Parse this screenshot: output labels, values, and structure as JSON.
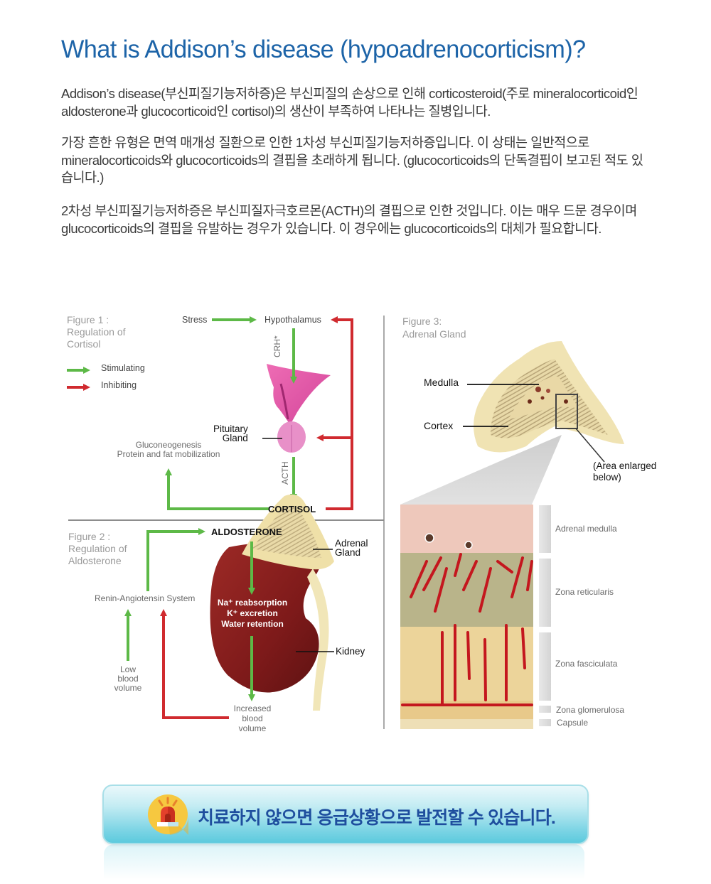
{
  "title": "What is Addison’s disease (hypoadrenocorticism)?",
  "paragraphs": [
    "Addison’s disease(부신피질기능저하증)은 부신피질의 손상으로 인해 corticosteroid(주로 mineralocorticoid인 aldosterone과 glucocorticoid인 cortisol)의 생산이 부족하여 나타나는 질병입니다.",
    "가장 흔한 유형은 면역 매개성 질환으로 인한 1차성 부신피질기능저하증입니다. 이 상태는 일반적으로 mineralocorticoids와 glucocorticoids의 결핍을 초래하게 됩니다. (glucocorticoids의 단독결핍이 보고된 적도 있습니다.)",
    "2차성 부신피질기능저하증은 부신피질자극호르몬(ACTH)의 결핍으로 인한 것입니다. 이는 매우 드문 경우이며 glucocorticoids의 결핍을 유발하는 경우가 있습니다. 이 경우에는 glucocorticoids의 대체가 필요합니다."
  ],
  "figure1": {
    "title_line1": "Figure 1 :",
    "title_line2": "Regulation of",
    "title_line3": "Cortisol",
    "legend": {
      "stimulating": "Stimulating",
      "inhibiting": "Inhibiting",
      "stimulating_color": "#5db947",
      "inhibiting_color": "#d02a2f"
    },
    "stress": "Stress",
    "hypothalamus": "Hypothalamus",
    "crh": "CRH*",
    "pituitary_line1": "Pituitary",
    "pituitary_line2": "Gland",
    "acth": "ACTH",
    "effects_line1": "Gluconeogenesis",
    "effects_line2": "Protein and fat mobilization",
    "cortisol": "CORTISOL"
  },
  "figure2": {
    "title_line1": "Figure 2 :",
    "title_line2": "Regulation of",
    "title_line3": "Aldosterone",
    "aldosterone": "ALDOSTERONE",
    "renin": "Renin-Angiotensin System",
    "adrenal_line1": "Adrenal",
    "adrenal_line2": "Gland",
    "effect1": "Na⁺ reabsorption",
    "effect2": "K⁺ excretion",
    "effect3": "Water retention",
    "kidney": "Kidney",
    "low_line1": "Low",
    "low_line2": "blood",
    "low_line3": "volume",
    "inc_line1": "Increased",
    "inc_line2": "blood",
    "inc_line3": "volume"
  },
  "figure3": {
    "title_line1": "Figure 3:",
    "title_line2": "Adrenal Gland",
    "medulla": "Medulla",
    "cortex": "Cortex",
    "area_line1": "(Area enlarged",
    "area_line2": "below)",
    "zones": [
      "Adrenal medulla",
      "Zona reticularis",
      "Zona fasciculata",
      "Zona glomerulosa",
      "Capsule"
    ]
  },
  "banner": {
    "icon": "siren-icon",
    "text": "치료하지 않으면 응급상황으로 발전할 수 있습니다."
  }
}
